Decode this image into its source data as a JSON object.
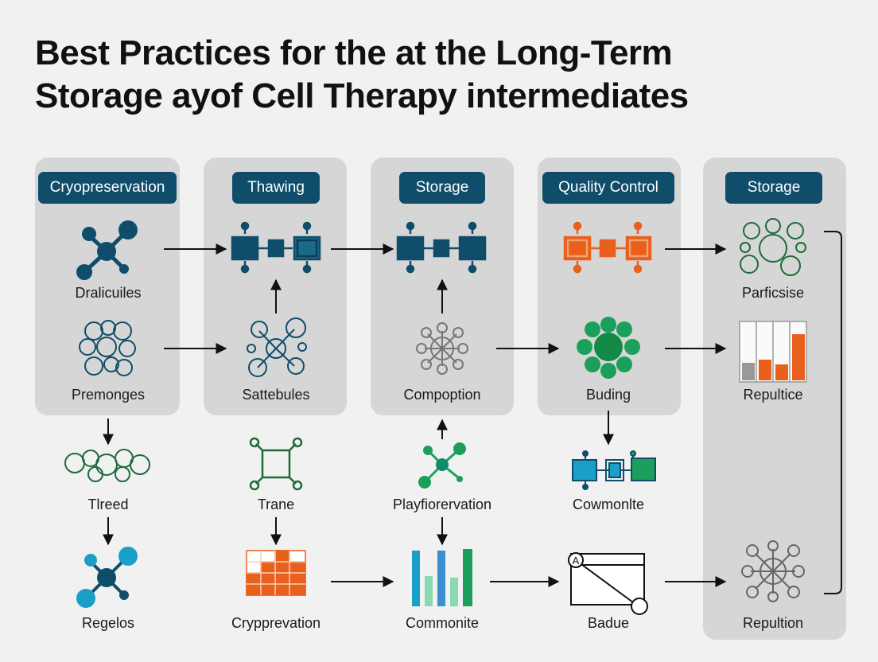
{
  "title": {
    "line1": "Best Practices for the at the Long-Term",
    "line2": "Storage ayof Cell Therapy intermediates"
  },
  "columns": [
    {
      "header": "Cryopreservation"
    },
    {
      "header": "Thawing"
    },
    {
      "header": "Storage"
    },
    {
      "header": "Quality Control"
    },
    {
      "header": "Storage"
    }
  ],
  "labels": {
    "c1r1": "Dralicuiles",
    "c1r2": "Premonges",
    "c1r3": "Tlreed",
    "c1r4": "Regelos",
    "c2r2": "Sattebules",
    "c2r3": "Trane",
    "c2r4": "Crypprevation",
    "c3r2": "Compoption",
    "c3r3": "Playfiorervation",
    "c3r4": "Commonite",
    "c4r2": "Buding",
    "c4r3": "Cowmonlte",
    "c4r4": "Badue",
    "c5r1": "Parficsise",
    "c5r2": "Repultice",
    "c5r4": "Repultion"
  },
  "colors": {
    "navy": "#0f4d6b",
    "teal": "#1aa0c8",
    "green": "#1e8a3e",
    "orange": "#e8601c",
    "panel": "#d6d6d6"
  }
}
